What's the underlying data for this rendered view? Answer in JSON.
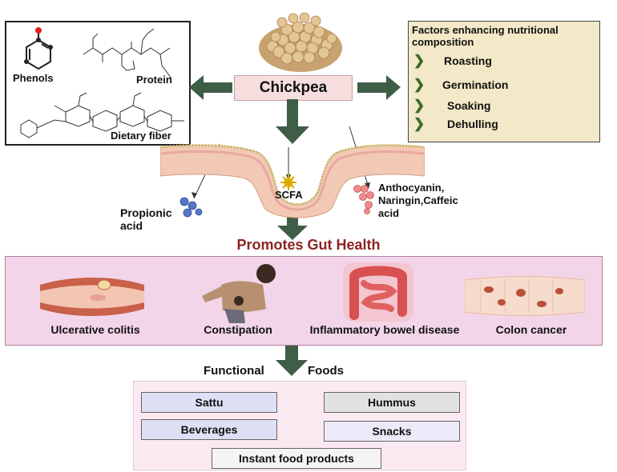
{
  "center": {
    "label": "Chickpea"
  },
  "compounds": {
    "phenols_label": "Phenols",
    "protein_label": "Protein",
    "fiber_label": "Dietary fiber"
  },
  "factors": {
    "title": "Factors enhancing nutritional composition",
    "items": [
      "Roasting",
      "Germination",
      "Soaking",
      "Dehulling"
    ]
  },
  "gut": {
    "scfa": "SCFA",
    "propionic": "Propionic acid",
    "anthocyanin_line1": "Anthocyanin,",
    "anthocyanin_line2": "Naringin,Caffeic",
    "anthocyanin_line3": "acid"
  },
  "gut_health": {
    "title": "Promotes Gut Health",
    "diseases": [
      "Ulcerative colitis",
      "Constipation",
      "Inflammatory bowel disease",
      "Colon cancer"
    ]
  },
  "functional": {
    "left_label": "Functional",
    "right_label": "Foods",
    "products": [
      "Sattu",
      "Hummus",
      "Beverages",
      "Snacks",
      "Instant food products"
    ]
  },
  "colors": {
    "arrow": "#3f5e48",
    "chickpea_bg": "#f7dede",
    "factors_bg": "#f3e8c7",
    "gut_title": "#8b2323",
    "disease_panel_bg": "#f3d5ea",
    "product_blue": "#dfe0f5",
    "product_grey": "#e2e2e2"
  }
}
